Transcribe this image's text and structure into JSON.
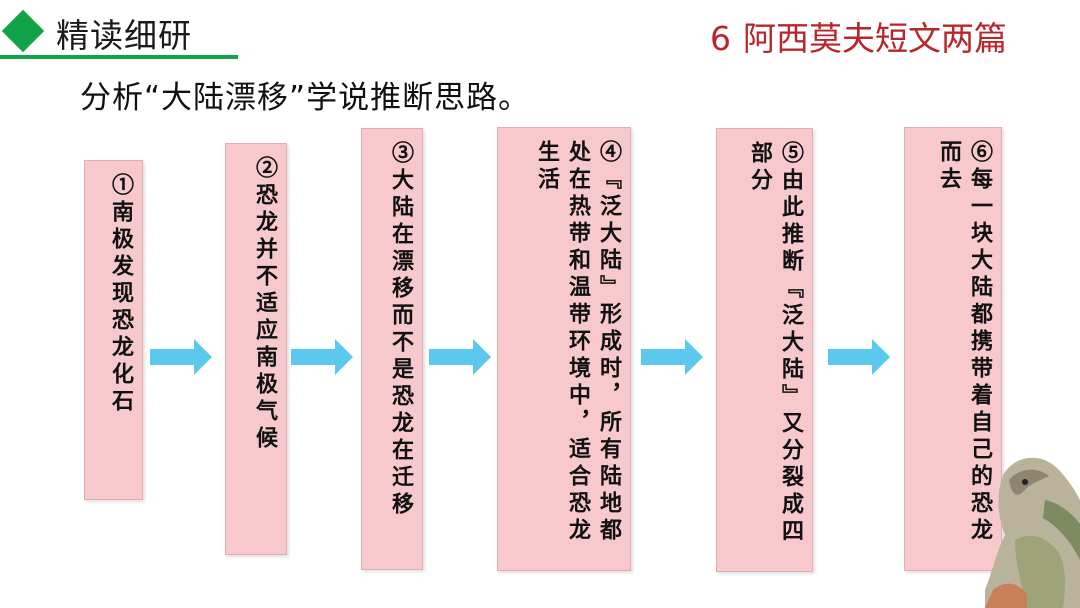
{
  "header": {
    "section_title": "精读细研",
    "lesson_number": "6",
    "lesson_title": "阿西莫夫短文两篇"
  },
  "prompt": "分析“大陆漂移”学说推断思路。",
  "steps": [
    {
      "text": "①南极发现恐龙化石"
    },
    {
      "text": "②恐龙并不适应南极气候"
    },
    {
      "text": "③大陆在漂移而不是恐龙在迁移"
    },
    {
      "text": "④『泛大陆』形成时，所有陆地都处在热带和温带环境中，适合恐龙生活"
    },
    {
      "text": "⑤由此推断『泛大陆』又分裂成四部分"
    },
    {
      "text": "⑥每一块大陆都携带着自己的恐龙而去"
    }
  ],
  "colors": {
    "accent_green": "#12a24a",
    "title_red": "#b8262b",
    "box_fill": "#f7c9cc",
    "arrow_blue": "#5bc8ee"
  }
}
